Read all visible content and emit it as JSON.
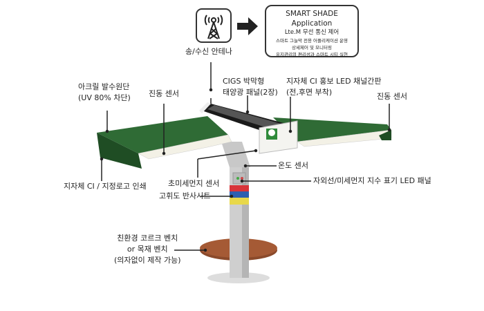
{
  "antenna": {
    "icon": "antenna-tower-icon",
    "label": "송/수신 안테나"
  },
  "app_box": {
    "title": "SMART SHADE Application",
    "subtitle": "Lte.M 무선 통신 제어",
    "lines": [
      "스마트 그늘막 전용 어플리케이션 운영",
      "상세제어 및 모니터링",
      "유지관리의 편리성과 스마트 시티 실현"
    ]
  },
  "labels": {
    "acrylic_1": "아크릴 발수원단",
    "acrylic_2": "(UV 80% 차단)",
    "vibration_left": "진동 센서",
    "cigs_1": "CIGS 박막형",
    "cigs_2": "태양광 패널(2장)",
    "led_sign_1": "지자체 CI 홍보 LED 채널간판",
    "led_sign_2": "(전,후면 부착)",
    "vibration_right": "진동 센서",
    "temperature": "온도 센서",
    "uv_panel": "자외선/미세먼지 지수 표기 LED 패널",
    "fine_dust": "초미세먼지 센서",
    "reflective": "고휘도 반사시트",
    "ci_print": "지자체 CI / 지정로고 인쇄",
    "bench_1": "친환경 코르크 벤치",
    "bench_2": "or 목재 벤치",
    "bench_3": "(의자없이 제작 가능)"
  },
  "colors": {
    "canopy": "#2f6b35",
    "flap": "#1f4d24",
    "pole": "#cfcfcf",
    "band_red": "#d8343a",
    "band_blue": "#2d5fb0",
    "band_yellow": "#e8d84a",
    "bench": "#8b4a2b"
  }
}
